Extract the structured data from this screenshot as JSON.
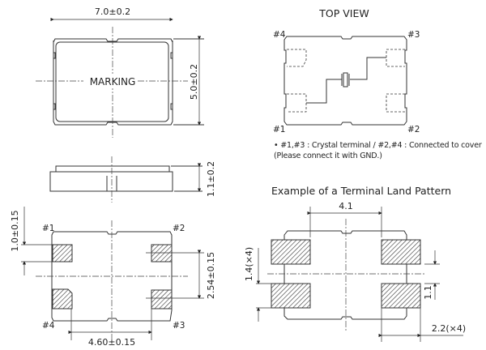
{
  "top_outline": {
    "width_dim": "7.0±0.2",
    "height_dim": "5.0±0.2",
    "marking_label": "MARKING"
  },
  "side_view": {
    "height_dim": "1.1±0.2"
  },
  "bottom_view": {
    "pins": [
      "#1",
      "#2",
      "#3",
      "#4"
    ],
    "pad_length_dim": "1.0±0.15",
    "pad_pitch_dim": "2.54±0.15",
    "pad_span_dim": "4.60±0.15"
  },
  "top_view": {
    "title": "TOP VIEW",
    "pins": [
      "#1",
      "#2",
      "#3",
      "#4"
    ],
    "note_line1": "• #1,#3 : Crystal terminal / #2,#4 : Connected to cover",
    "note_line2": "(Please connect it with GND.)"
  },
  "land_pattern": {
    "title": "Example of a Terminal Land Pattern",
    "spacing_dim": "4.1",
    "pad_height_dim": "1.4(×4)",
    "gap_dim": "1.1",
    "pad_width_dim": "2.2(×4)"
  }
}
